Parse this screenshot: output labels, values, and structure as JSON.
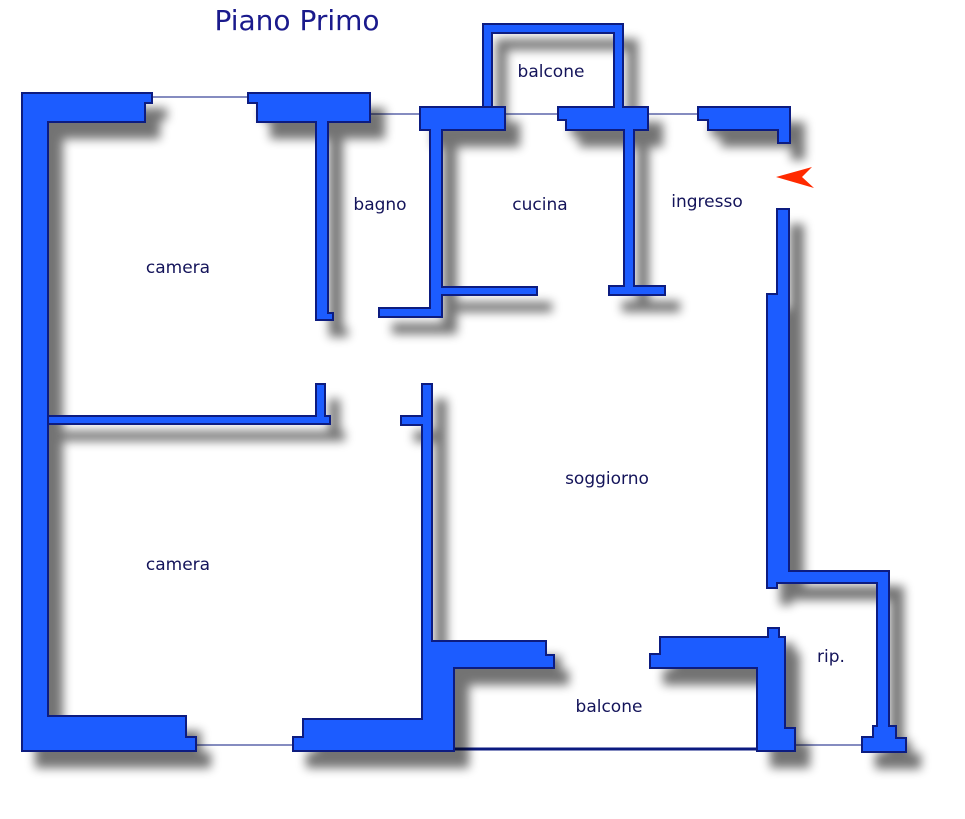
{
  "title": "Piano Primo",
  "rooms": {
    "balcone_top": "balcone",
    "bagno": "bagno",
    "cucina": "cucina",
    "ingresso": "ingresso",
    "camera_top": "camera",
    "soggiorno": "soggiorno",
    "camera_bottom": "camera",
    "balcone_bottom": "balcone",
    "rip": "rip."
  },
  "colors": {
    "wall": "#1a5cff",
    "wall_outline": "#0b1a80",
    "label": "#14145a",
    "title": "#1a1a8c",
    "entrance_arrow": "#ff2a00"
  },
  "icons": {
    "entrance": "entrance-arrow-icon"
  }
}
